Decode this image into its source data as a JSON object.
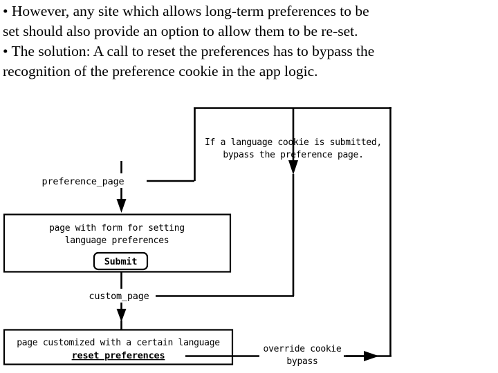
{
  "slide": {
    "bullets": [
      {
        "id": "bullet-1",
        "lines": [
          "• However, any site which allows long-term preferences to be",
          "set should also provide an option to allow them to be re-set."
        ]
      },
      {
        "id": "bullet-2",
        "lines": [
          "• The solution: A call to reset the preferences has to bypass the",
          "recognition of the preference cookie in the app logic."
        ]
      }
    ]
  },
  "diagram": {
    "labels": {
      "preference_page": "preference_page",
      "custom_page": "custom_page"
    },
    "caption": {
      "line1": "If a language cookie is submitted,",
      "line2": "bypass the preference page."
    },
    "override": {
      "line1": "override cookie",
      "line2": "bypass"
    },
    "box_form": {
      "line1": "page with form for setting",
      "line2": "language preferences",
      "button": "Submit"
    },
    "box_custom": {
      "line1": "page customized with a certain language",
      "link": "reset preferences"
    },
    "colors": {
      "stroke": "#000000",
      "fill": "#ffffff"
    }
  }
}
